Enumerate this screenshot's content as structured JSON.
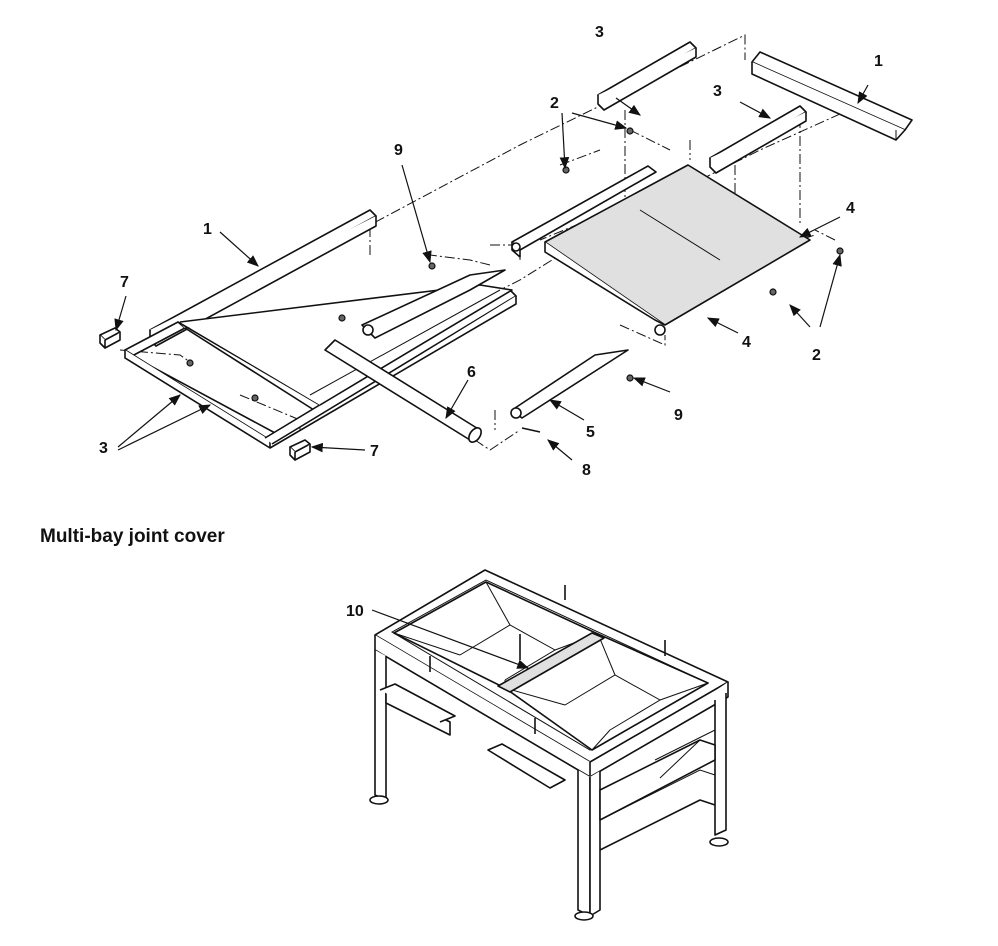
{
  "callouts": {
    "c1a": "1",
    "c1b": "1",
    "c2a": "2",
    "c2b": "2",
    "c3a": "3",
    "c3b": "3",
    "c3c": "3",
    "c4a": "4",
    "c4b": "4",
    "c5": "5",
    "c6": "6",
    "c7a": "7",
    "c7b": "7",
    "c8": "8",
    "c9a": "9",
    "c9b": "9",
    "c10": "10"
  },
  "section_title": "Multi-bay joint cover"
}
